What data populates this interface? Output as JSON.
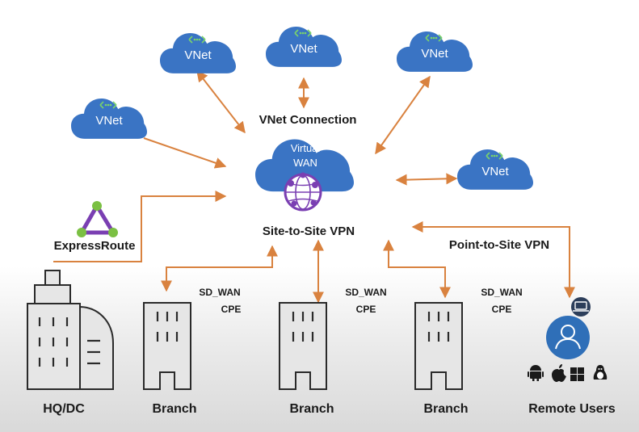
{
  "colors": {
    "cloud": "#3a74c4",
    "cloud_dark": "#2e5ea3",
    "arrow": "#d9823f",
    "building": "#e6e6e6",
    "building_stroke": "#2a2a2a",
    "expressroute": "#7a3fb2",
    "expressroute_node": "#7bc043",
    "user_circle": "#2f6fb8"
  },
  "vnets": [
    {
      "label": "VNet"
    },
    {
      "label": "VNet"
    },
    {
      "label": "VNet"
    },
    {
      "label": "VNet"
    },
    {
      "label": "VNet"
    }
  ],
  "hub": {
    "line1": "Virtual",
    "line2": "WAN",
    "vnet_connection": "VNet Connection",
    "site_to_site": "Site-to-Site VPN",
    "point_to_site": "Point-to-Site VPN"
  },
  "expressroute": {
    "label": "ExpressRoute",
    "icon": "expressroute-triangle-icon"
  },
  "sites": [
    {
      "label": "HQ/DC",
      "icon": "office-building-icon"
    },
    {
      "label": "Branch",
      "cpe_line1": "SD_WAN",
      "cpe_line2": "CPE",
      "icon": "branch-building-icon"
    },
    {
      "label": "Branch",
      "cpe_line1": "SD_WAN",
      "cpe_line2": "CPE",
      "icon": "branch-building-icon"
    },
    {
      "label": "Branch",
      "cpe_line1": "SD_WAN",
      "cpe_line2": "CPE",
      "icon": "branch-building-icon"
    }
  ],
  "remote_users": {
    "label": "Remote Users",
    "icons": [
      "laptop-icon",
      "user-icon",
      "android-icon",
      "apple-icon",
      "windows-icon",
      "linux-icon"
    ]
  }
}
